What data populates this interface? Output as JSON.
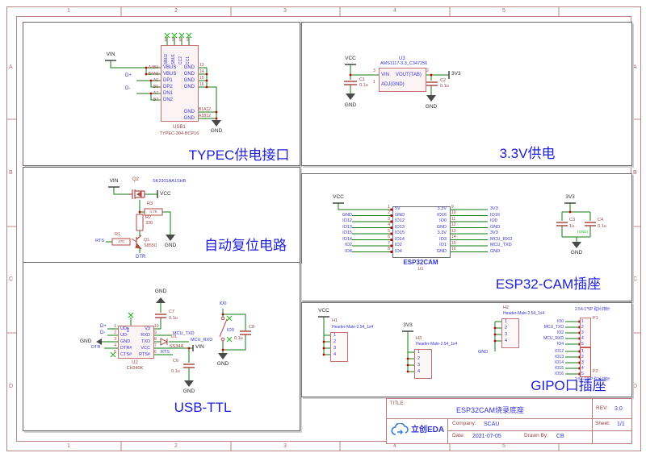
{
  "frame": {
    "columns": [
      "1",
      "2",
      "3",
      "4",
      "5"
    ],
    "rows": [
      "A",
      "B",
      "C",
      "D"
    ]
  },
  "typec": {
    "title": "TYPEC供电接口",
    "designator": "USB1",
    "part": "TYPEC-304-BCP16",
    "left_pins": [
      {
        "num": "A4B9",
        "name": "VBUS"
      },
      {
        "num": "B4A9",
        "name": "VBUS"
      },
      {
        "num": "A6",
        "name": "DP1"
      },
      {
        "num": "B6",
        "name": "DP2"
      },
      {
        "num": "A7",
        "name": "DN1"
      },
      {
        "num": "B7",
        "name": "DN2"
      }
    ],
    "right_pins": [
      {
        "num": "13",
        "name": "GND"
      },
      {
        "num": "14",
        "name": "GND"
      },
      {
        "num": "15",
        "name": "GND"
      },
      {
        "num": "16",
        "name": "GND"
      }
    ],
    "bottom_pins": [
      {
        "num": "B1A12",
        "name": "GND"
      },
      {
        "num": "A1B12",
        "name": "GND"
      }
    ],
    "top_pins": [
      {
        "num": "B8",
        "name": "SBU2"
      },
      {
        "num": "A8",
        "name": "SBU1"
      },
      {
        "num": "B5",
        "name": "CC2"
      },
      {
        "num": "A5",
        "name": "CC1"
      }
    ],
    "net_vin": "VIN",
    "net_dp": "D+",
    "net_dn": "D-",
    "net_gnd": "GND"
  },
  "power33": {
    "title": "3.3V供电",
    "u_des": "U3",
    "u_part": "AMS1117-3.3_C347256",
    "pin3": "3",
    "pin2": "2",
    "pin1": "1",
    "name_vin": "VIN",
    "name_vout": "VOUT(TAB)",
    "name_adj": "ADJ(GND)",
    "c1_des": "C1",
    "c1_val": "0.1u",
    "c2_des": "C2",
    "c2_val": "0.1u",
    "net_vcc": "VCC",
    "net_3v3": "3V3",
    "gnd1": "GND",
    "gnd2": "GND"
  },
  "reset": {
    "title": "自动复位电路",
    "q2_des": "Q2",
    "q2_part": "SK2301AA1SHB",
    "net_vin": "VIN",
    "net_vcc": "VCC",
    "r3_des": "R3",
    "r3_val": "4.7K",
    "r2_des": "R2",
    "r2_val": "330",
    "r1_des": "R1",
    "r1_val": "470",
    "q1_des": "Q1",
    "q1_part": "S8550",
    "net_rts": "RTS",
    "net_dtr": "DTR",
    "net_gnd": "GND"
  },
  "esp32": {
    "title": "ESP32-CAM插座",
    "name": "ESP32CAM",
    "designator": "U1",
    "net_vcc": "VCC",
    "rows": [
      {
        "lnet": "",
        "lnum": "1",
        "lname": "5V",
        "rname": "3.3V",
        "rnum": "9",
        "rnet": "3V3"
      },
      {
        "lnet": "GND",
        "lnum": "2",
        "lname": "GND",
        "rname": "IO16",
        "rnum": "10",
        "rnet": "IO16"
      },
      {
        "lnet": "IO12",
        "lnum": "3",
        "lname": "IO12",
        "rname": "IO0",
        "rnum": "11",
        "rnet": "IO0"
      },
      {
        "lnet": "IO13",
        "lnum": "4",
        "lname": "IO13",
        "rname": "GND",
        "rnum": "12",
        "rnet": "GND"
      },
      {
        "lnet": "IO15",
        "lnum": "5",
        "lname": "IO15",
        "rname": "3.3V",
        "rnum": "13",
        "rnet": "3V3"
      },
      {
        "lnet": "IO14",
        "lnum": "6",
        "lname": "IO14",
        "rname": "IO3",
        "rnum": "14",
        "rnet": "MCU_RXD"
      },
      {
        "lnet": "IO2",
        "lnum": "7",
        "lname": "IO2",
        "rname": "IO1",
        "rnum": "15",
        "rnet": "MCU_TXD"
      },
      {
        "lnet": "IO4",
        "lnum": "8",
        "lname": "IO4",
        "rname": "GND",
        "rnum": "16",
        "rnet": "GND"
      }
    ],
    "net_3v3": "3V3",
    "c3_des": "C3",
    "c3_val": "1u",
    "c4_des": "C4",
    "c4_val": "0.1u",
    "gnd_tag": "(GND)",
    "net_gnd": "GND"
  },
  "usbttl": {
    "title": "USB-TTL",
    "u_des": "U2",
    "u_part": "CH340K",
    "ep": "EP",
    "left_pins": [
      {
        "num": "1",
        "name": "UD+"
      },
      {
        "num": "2",
        "name": "UD-"
      },
      {
        "num": "3",
        "name": "GND"
      },
      {
        "num": "4",
        "name": "DTR#"
      },
      {
        "num": "5",
        "name": "CTS#"
      }
    ],
    "right_pins": [
      {
        "num": "10",
        "name": "V3"
      },
      {
        "num": "9",
        "name": "RXD"
      },
      {
        "num": "8",
        "name": "TXD"
      },
      {
        "num": "7",
        "name": "VCC"
      },
      {
        "num": "6",
        "name": "RTS#"
      }
    ],
    "net_dp": "D+",
    "net_dn": "D-",
    "net_gnd_l": "GND",
    "net_dtr": "DTR",
    "gnd_top": "GND",
    "c7_des": "C7",
    "c7_val": "0.1u",
    "net_mcu_txd": "MCU_TXD",
    "d1_des": "D1",
    "d1_part": "SS34A",
    "net_mcu_rxd": "MCU_RXD",
    "net_rts": "RTS",
    "net_vin": "VIN",
    "c6_des": "C6",
    "c6_val": "0.1u",
    "gnd_c6": "GND",
    "net_io0": "IO0",
    "sw_des": "IO0",
    "c8_des": "C8",
    "c8_val": "0.1u",
    "gnd_sw": "GND"
  },
  "gipo": {
    "title": "GIPO口插座",
    "h1": {
      "des": "H1",
      "part": "Header-Male-2.54_1x4",
      "net": "VCC",
      "pins": [
        "1",
        "2",
        "3",
        "4"
      ]
    },
    "h3": {
      "des": "H3",
      "part": "Header-Male-2.54_1x4",
      "net": "3V3",
      "pins": [
        "1",
        "2",
        "3",
        "4"
      ]
    },
    "h2": {
      "des": "H2",
      "part": "Header-Male-2.54_1x4",
      "net": "GND",
      "pins": [
        "1",
        "2",
        "3",
        "4"
      ]
    },
    "p1": {
      "des": "P1",
      "part": "2.54-1*5P 贴片排针",
      "rows": [
        {
          "net": "IO0",
          "pin": "1"
        },
        {
          "net": "MCU_TXD",
          "pin": "2"
        },
        {
          "net": "IO2",
          "pin": "3"
        },
        {
          "net": "MCU_RXD",
          "pin": "4"
        },
        {
          "net": "IO4",
          "pin": "5"
        }
      ]
    },
    "p2": {
      "des": "P2",
      "part": "2.54-1*5P 贴片排针",
      "rows": [
        {
          "net": "IO12",
          "pin": "1"
        },
        {
          "net": "IO13",
          "pin": "2"
        },
        {
          "net": "IO14",
          "pin": "3"
        },
        {
          "net": "IO15",
          "pin": "4"
        },
        {
          "net": "IO16",
          "pin": "5"
        }
      ]
    }
  },
  "title_block": {
    "title_label": "TITLE:",
    "title": "ESP32CAM烧录底座",
    "rev_label": "REV:",
    "rev": "3.0",
    "company_label": "Company:",
    "company": "SCAU",
    "sheet_label": "Sheet:",
    "sheet": "1/1",
    "date_label": "Date:",
    "date": "2021-07-05",
    "drawn_label": "Drawn By:",
    "drawn": "CB",
    "logo": "立创EDA"
  }
}
